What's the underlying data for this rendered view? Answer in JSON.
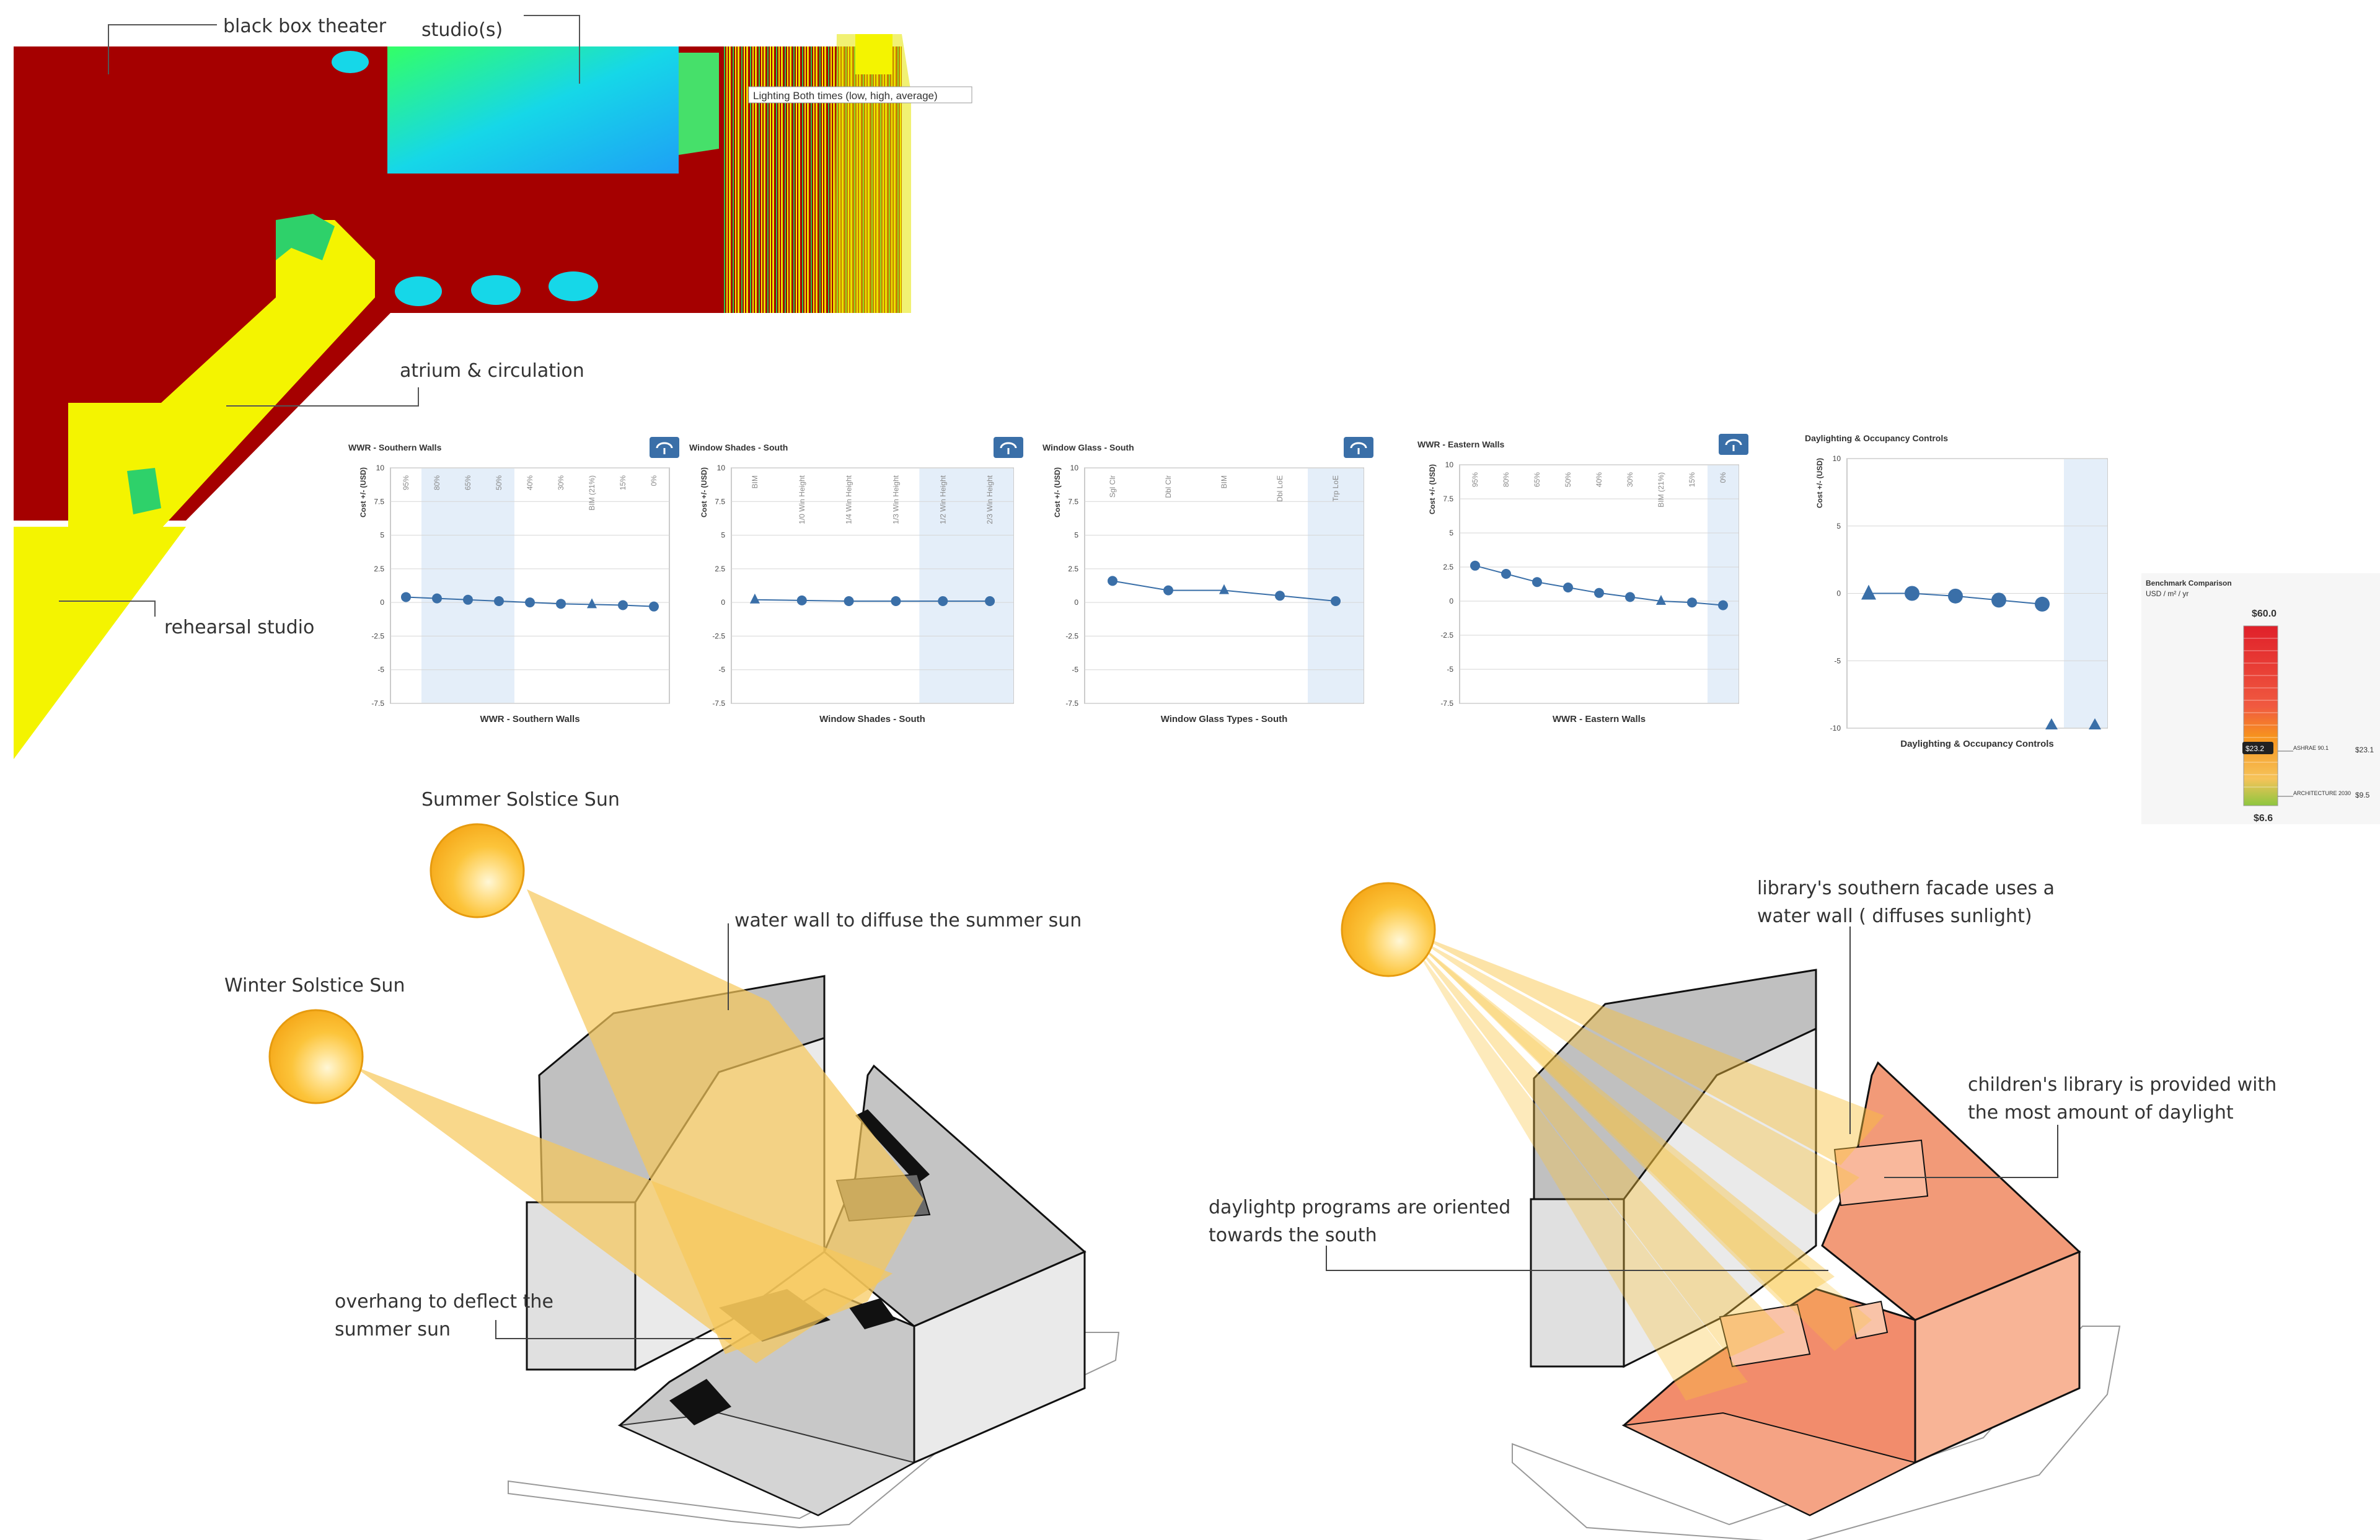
{
  "floorplan": {
    "labels": {
      "black_box": "black box theater",
      "studios": "studio(s)",
      "atrium": "atrium & circulation",
      "rehearsal": "rehearsal studio"
    },
    "lighting_note": "Lighting Both times (low, high, average)"
  },
  "charts": [
    {
      "title": "WWR - Southern Walls",
      "xlabel": "WWR - Southern Walls",
      "ylabel": "Cost +/- (USD)",
      "categories": [
        "95%",
        "80%",
        "65%",
        "50%",
        "40%",
        "30%",
        "BIM (21%)",
        "15%",
        "0%"
      ],
      "markers": [
        "dot",
        "dot",
        "dot",
        "dot",
        "dot",
        "dot",
        "triangle",
        "dot",
        "dot"
      ],
      "values": [
        0.4,
        0.3,
        0.2,
        0.1,
        0.0,
        -0.1,
        -0.15,
        -0.2,
        -0.3
      ],
      "highlight": [
        1,
        3
      ],
      "ylim": [
        -7.5,
        10
      ],
      "yticks": [
        "10",
        "7.5",
        "5",
        "2.5",
        "0",
        "-2.5",
        "-5",
        "-7.5"
      ]
    },
    {
      "title": "Window Shades - South",
      "xlabel": "Window Shades - South",
      "ylabel": "Cost +/- (USD)",
      "categories": [
        "BIM",
        "1/0 Win Height",
        "1/4 Win Height",
        "1/3 Win Height",
        "1/2 Win Height",
        "2/3 Win Height"
      ],
      "markers": [
        "triangle",
        "dot",
        "dot",
        "dot",
        "dot",
        "dot"
      ],
      "values": [
        0.2,
        0.15,
        0.1,
        0.1,
        0.1,
        0.1
      ],
      "highlight": [
        4,
        5
      ],
      "ylim": [
        -7.5,
        10
      ],
      "yticks": [
        "10",
        "7.5",
        "5",
        "2.5",
        "0",
        "-2.5",
        "-5",
        "-7.5"
      ]
    },
    {
      "title": "Window Glass - South",
      "xlabel": "Window Glass Types - South",
      "ylabel": "Cost +/- (USD)",
      "categories": [
        "Sgl Clr",
        "Dbl Clr",
        "BIM",
        "Dbl LoE",
        "Trp LoE"
      ],
      "markers": [
        "dot",
        "dot",
        "triangle",
        "dot",
        "dot"
      ],
      "values": [
        1.6,
        0.9,
        0.9,
        0.5,
        0.1
      ],
      "highlight": [
        4,
        4
      ],
      "ylim": [
        -7.5,
        10
      ],
      "yticks": [
        "10",
        "7.5",
        "5",
        "2.5",
        "0",
        "-2.5",
        "-5",
        "-7.5"
      ]
    },
    {
      "title": "WWR - Eastern Walls",
      "xlabel": "WWR - Eastern Walls",
      "ylabel": "Cost +/- (USD)",
      "categories": [
        "95%",
        "80%",
        "65%",
        "50%",
        "40%",
        "30%",
        "BIM (21%)",
        "15%",
        "0%"
      ],
      "markers": [
        "dot",
        "dot",
        "dot",
        "dot",
        "dot",
        "dot",
        "triangle",
        "dot",
        "dot"
      ],
      "values": [
        2.6,
        2.0,
        1.4,
        1.0,
        0.6,
        0.3,
        0.0,
        -0.1,
        -0.3
      ],
      "highlight": [
        8,
        8
      ],
      "ylim": [
        -7.5,
        10
      ],
      "yticks": [
        "10",
        "7.5",
        "5",
        "2.5",
        "0",
        "-2.5",
        "-5",
        "-7.5"
      ]
    },
    {
      "title": "Daylighting & Occupancy Controls",
      "xlabel": "Daylighting & Occupancy Controls",
      "ylabel": "Cost +/- (USD)",
      "categories": [
        "",
        "",
        "",
        "",
        "",
        ""
      ],
      "markers": [
        "triangle",
        "dot",
        "dot",
        "dot",
        "dot",
        "none"
      ],
      "values": [
        0.0,
        0.0,
        -0.2,
        -0.5,
        -0.8,
        null
      ],
      "highlight": [
        5,
        5
      ],
      "ylim": [
        -10,
        10
      ],
      "yticks": [
        "10",
        "5",
        "0",
        "-5",
        "-10"
      ]
    }
  ],
  "benchmark": {
    "title": "Benchmark Comparison",
    "unit": "USD / m² / yr",
    "max": "$60.0",
    "min": "$6.6",
    "current": "$23.2",
    "ashrae_label": "ASHRAE 90.1",
    "ashrae_value": "$23.1",
    "arch_label": "ARCHITECTURE 2030",
    "arch_value": "$9.5",
    "colors": {
      "top": "#e0202a",
      "mid": "#f7941d",
      "low": "#8dc63f"
    }
  },
  "sun_diagram": {
    "summer": "Summer Solstice Sun",
    "winter": "Winter Solstice Sun",
    "water_wall": "water wall to diffuse the summer sun",
    "overhang_1": "overhang to deflect the",
    "overhang_2": "summer sun"
  },
  "daylight_diagram": {
    "facade_1": "library's southern facade uses a",
    "facade_2": "water wall ( diffuses sunlight)",
    "children_1": "children's library is provided with",
    "children_2": "the most amount of daylight",
    "programs_1": "daylightp programs are oriented",
    "programs_2": "towards the south"
  },
  "palette": {
    "accent_blue": "#3a6fa8",
    "highlight_band": "#e4eef9",
    "plan_red": "#a50000",
    "plan_yellow": "#f4f400",
    "sun": "#fbb829",
    "beam": "#f7c85a",
    "building_gray": "#c8c8c8",
    "building_orange": "#f28c6c"
  }
}
